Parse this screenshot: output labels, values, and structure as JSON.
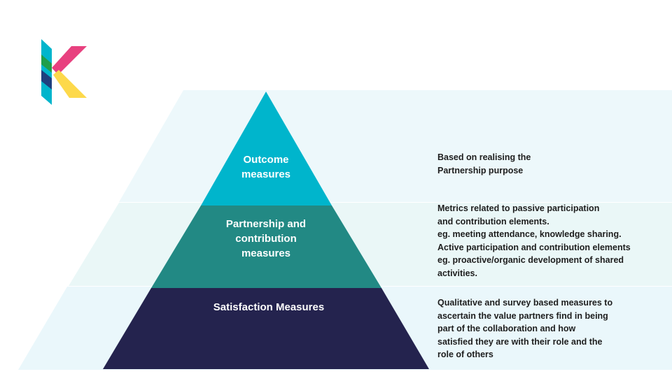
{
  "colors": {
    "tier_top": "#00b5cc",
    "tier_middle": "#228984",
    "tier_bottom": "#24234e",
    "band": "#eaf7fa",
    "logo_cyan": "#00b5cc",
    "logo_pink": "#e8417f",
    "logo_yellow": "#fdd94b",
    "logo_green": "#1f9e4a",
    "logo_navy": "#1f3f7e"
  },
  "logo": {
    "icon": "k-logo-icon"
  },
  "tiers": [
    {
      "label": "Outcome\nmeasures",
      "description": "Based on realising the\nPartnership purpose"
    },
    {
      "label": "Partnership and\ncontribution\nmeasures",
      "description": "Metrics related to passive participation\nand contribution elements.\neg. meeting attendance, knowledge sharing.\nActive participation and contribution elements\neg. proactive/organic development of shared\nactivities."
    },
    {
      "label": "Satisfaction Measures",
      "description": "Qualitative and survey based measures to\nascertain the value partners find in being\npart of the collaboration and how\nsatisfied they are with their role and the\nrole of others"
    }
  ]
}
